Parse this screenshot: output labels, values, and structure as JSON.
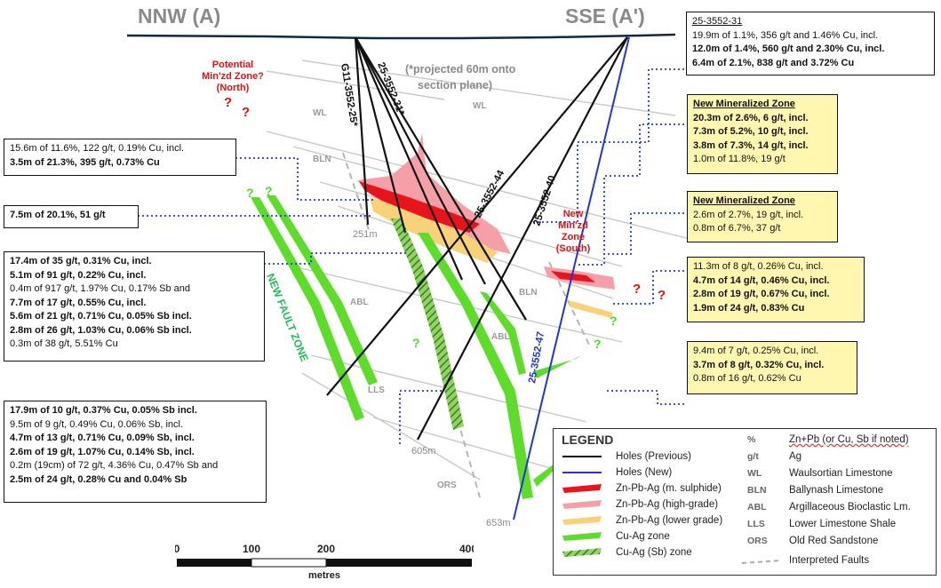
{
  "section": {
    "left_label": "NNW (A)",
    "right_label": "SSE (A')",
    "projection_note_1": "(*projected 60m onto",
    "projection_note_2": "section plane)",
    "north_zone_1": "Potential",
    "north_zone_2": "Min'zd Zone?",
    "north_zone_3": "(North)",
    "south_zone_1": "New",
    "south_zone_2": "Min'zd",
    "south_zone_3": "Zone",
    "south_zone_4": "(South)",
    "fault_zone_label": "NEW FAULT ZONE",
    "q": "?",
    "units": {
      "wl_left": "WL",
      "wl_right": "WL",
      "bln_left": "BLN",
      "bln_right": "BLN",
      "abl_left": "ABL",
      "abl_right": "ABL",
      "lls": "LLS",
      "ors": "ORS"
    },
    "depths": {
      "d251": "251m",
      "d605": "605m",
      "d653": "653m"
    },
    "holes": {
      "h1": "G11-3552-25*",
      "h2": "25-3552-31*",
      "h3": "25-3552-44",
      "h4": "25-3552-40",
      "h5": "25-3552-47"
    }
  },
  "callouts": {
    "top_right": {
      "title": "25-3552-31",
      "lines": [
        "19.9m of 1.1%, 356 g/t and 1.46% Cu, incl.",
        "12.0m of 1.4%, 560 g/t and 2.30% Cu, incl.",
        "6.4m of 2.1%, 838 g/t and 3.72% Cu"
      ]
    },
    "new_zone_1": {
      "title": "New Mineralized Zone",
      "lines": [
        "20.3m of 2.6%, 6 g/t, incl.",
        "7.3m of 5.2%, 10 g/t, incl.",
        "3.8m of 7.3%, 14 g/t, incl.",
        "1.0m of 11.8%, 19 g/t"
      ]
    },
    "new_zone_2": {
      "title": "New Mineralized Zone",
      "lines": [
        "2.6m of 2.7%, 19 g/t, incl.",
        "0.8m of 6.7%, 37 g/t"
      ]
    },
    "right_3": {
      "lines": [
        "11.3m of 8 g/t, 0.26% Cu, incl.",
        "4.7m of 14 g/t, 0.46% Cu, incl.",
        "2.8m of 19 g/t, 0.67% Cu, incl.",
        "1.9m of 24 g/t, 0.83% Cu"
      ]
    },
    "right_4": {
      "lines": [
        "9.4m of 7 g/t, 0.25% Cu, incl.",
        "3.7m of 8 g/t, 0.32% Cu, incl.",
        "0.8m of 16 g/t, 0.62% Cu"
      ]
    },
    "left_1": {
      "lines": [
        "15.6m of 11.6%, 122 g/t, 0.19% Cu, incl.",
        "3.5m of 21.3%, 395 g/t, 0.73% Cu"
      ]
    },
    "left_2": {
      "lines": [
        "7.5m of 20.1%, 51 g/t"
      ]
    },
    "left_3": {
      "lines": [
        "17.4m of 35 g/t, 0.31% Cu, incl.",
        "5.1m of 91 g/t, 0.22% Cu, incl.",
        "0.4m of 917 g/t, 1.97% Cu, 0.17% Sb and",
        "7.7m of 17 g/t, 0.55% Cu, incl.",
        "5.6m of 21 g/t, 0.71% Cu, 0.05% Sb incl.",
        "2.8m of 26 g/t, 1.03% Cu, 0.06% Sb incl.",
        "0.3m of 38 g/t, 5.51% Cu"
      ]
    },
    "left_4": {
      "lines": [
        "17.9m of 10 g/t, 0.37% Cu, 0.05% Sb incl.",
        "9.5m of 9 g/t, 0.49% Cu, 0.06% Sb, incl.",
        "4.7m of 13 g/t, 0.71% Cu, 0.09% Sb, incl.",
        "2.6m of 19 g/t, 1.07% Cu, 0.14% Sb, incl.",
        "0.2m (19cm) of 72 g/t, 4.36% Cu, 0.47% Sb and",
        "2.5m of 24 g/t, 0.28% Cu and 0.04% Sb"
      ]
    }
  },
  "legend": {
    "title": "LEGEND",
    "items": [
      {
        "label": "Holes (Previous)",
        "abbr": "%",
        "desc": "Zn+Pb (or Cu, Sb if noted)"
      },
      {
        "label": "Holes (New)",
        "abbr": "g/t",
        "desc": "Ag"
      },
      {
        "label": "Zn-Pb-Ag (m. sulphide)",
        "abbr": "WL",
        "desc": "Waulsortian Limestone"
      },
      {
        "label": "Zn-Pb-Ag (high-grade)",
        "abbr": "BLN",
        "desc": "Ballynash Limestone"
      },
      {
        "label": "Zn-Pb-Ag (lower grade)",
        "abbr": "ABL",
        "desc": "Argillaceous Bioclastic Lm."
      },
      {
        "label": "Cu-Ag zone",
        "abbr": "LLS",
        "desc": "Lower Limestone Shale"
      },
      {
        "label": "Cu-Ag (Sb) zone",
        "abbr": "ORS",
        "desc": "Old Red Sandstone"
      },
      {
        "label": "",
        "abbr": "",
        "desc": "Interpreted Faults"
      }
    ]
  },
  "scale": {
    "t0": "0",
    "t100": "100",
    "t200": "200",
    "t400": "400",
    "unit": "metres"
  },
  "colors": {
    "hole_prev": "#111111",
    "hole_new": "#2233dd",
    "msulphide": "#e8141c",
    "highgrade": "#f5a0a8",
    "lowergrade": "#f7d27a",
    "cuag": "#5ddc2a",
    "callout_line": "#1f3fd6",
    "question": "#e01010"
  }
}
